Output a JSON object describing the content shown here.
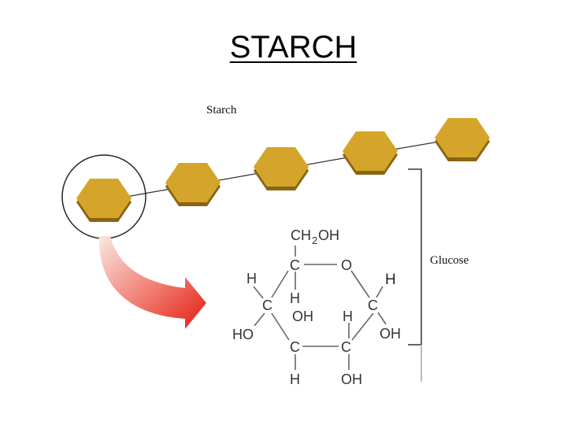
{
  "title": "STARCH",
  "starch_label": "Starch",
  "glucose_label": "Glucose",
  "colors": {
    "hexagon_fill": "#d4a52a",
    "hexagon_edge": "#8a6410",
    "arrow": "#e83a2a"
  },
  "glucose_atoms": {
    "ch2oh_c": "CH",
    "ch2oh_sub": "2",
    "ch2oh_oh": "OH",
    "c5": "C",
    "o_ring": "O",
    "h_c4": "H",
    "h_c1": "H",
    "c4": "C",
    "h_c5": "H",
    "c1": "C",
    "oh_c3": "OH",
    "h_c2": "H",
    "ho_c4": "HO",
    "oh_c1": "OH",
    "c3": "C",
    "c2": "C",
    "h_c3": "H",
    "oh_c2": "OH"
  }
}
